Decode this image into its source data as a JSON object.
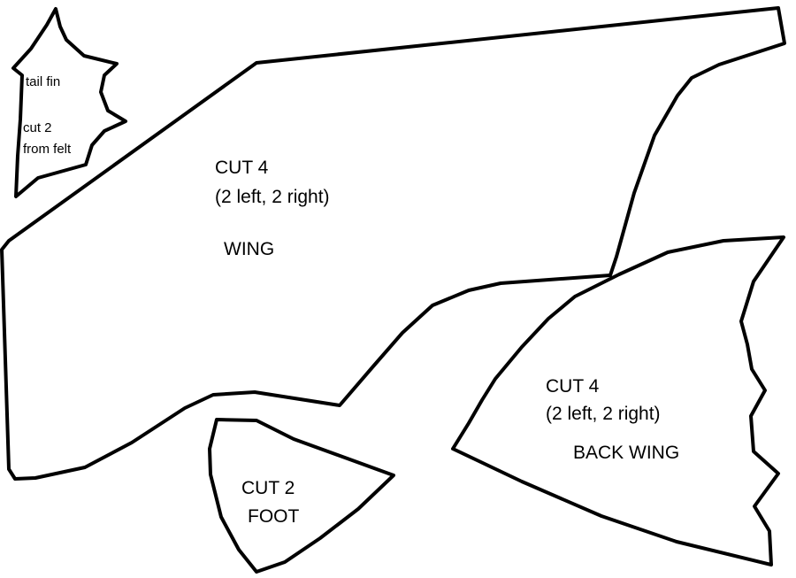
{
  "pattern": {
    "tail_fin": {
      "name": "tail fin",
      "instruction_line1": "cut 2",
      "instruction_line2": "from felt"
    },
    "wing": {
      "instruction": "CUT 4",
      "detail": "(2 left, 2 right)",
      "name": "WING"
    },
    "back_wing": {
      "instruction": "CUT 4",
      "detail": "(2 left, 2 right)",
      "name": "BACK WING"
    },
    "foot": {
      "instruction": "CUT 2",
      "name": "FOOT"
    }
  },
  "colors": {
    "outline": "#000000",
    "background": "#ffffff"
  }
}
